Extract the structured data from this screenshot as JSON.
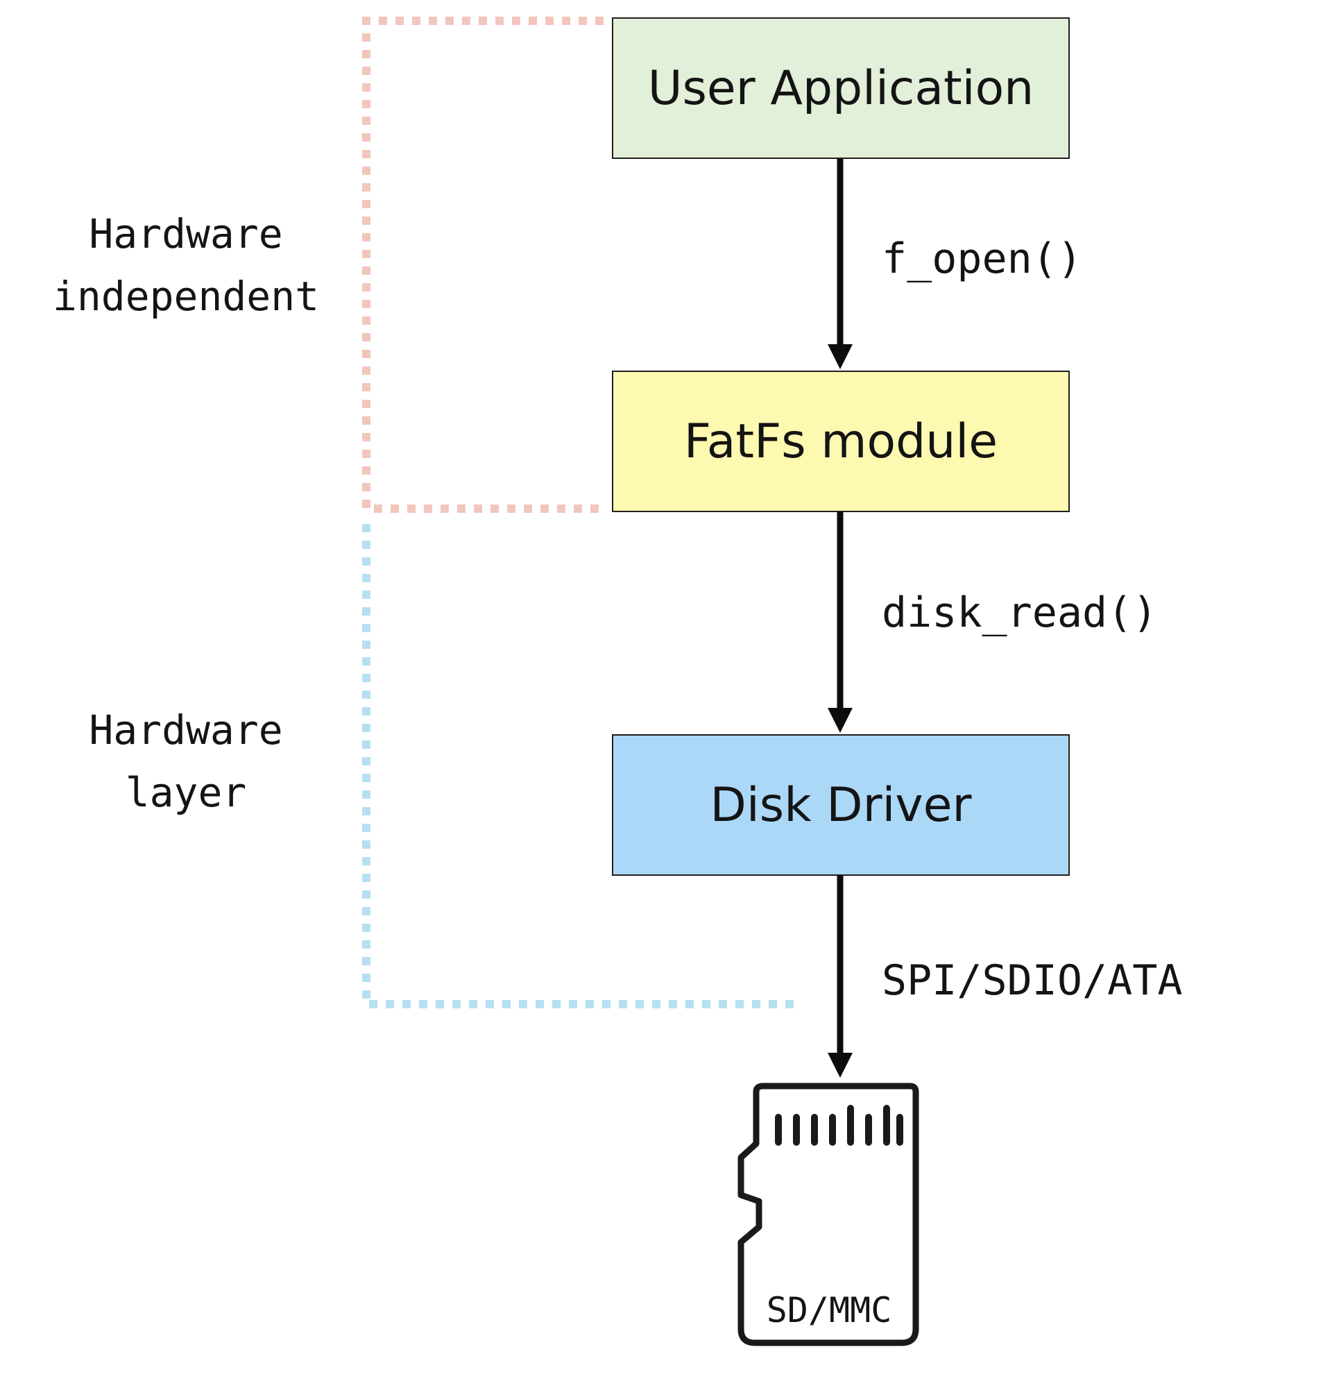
{
  "layers": {
    "hardware_independent": {
      "line1": "Hardware",
      "line2": "independent",
      "color": "#f2c6bc"
    },
    "hardware_layer": {
      "line1": "Hardware",
      "line2": "layer",
      "color": "#b6e0f2"
    }
  },
  "boxes": {
    "user_application": {
      "label": "User Application",
      "fill": "#e2efd9"
    },
    "fatfs_module": {
      "label": "FatFs module",
      "fill": "#fdf9b0"
    },
    "disk_driver": {
      "label": "Disk Driver",
      "fill": "#acd8f8"
    }
  },
  "calls": {
    "f_open": "f_open()",
    "disk_read": "disk_read()",
    "bus": "SPI/SDIO/ATA"
  },
  "device": {
    "label": "SD/MMC",
    "icon": "sd-card-icon"
  }
}
